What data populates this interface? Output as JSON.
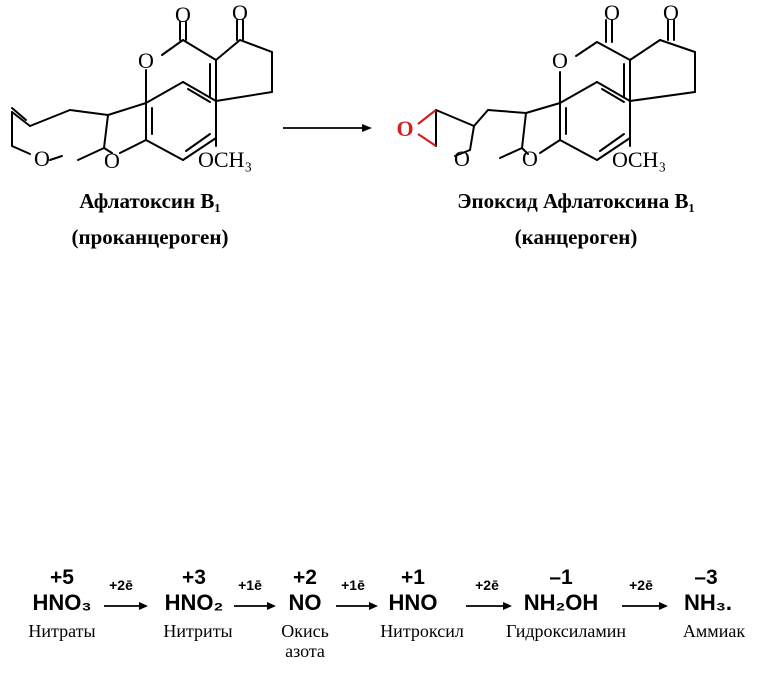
{
  "reaction_top": {
    "left_molecule": {
      "atoms": {
        "carbonyl_o1": "O",
        "carbonyl_o2": "O",
        "ring_o_lactone": "O",
        "ring_o_furan1": "O",
        "ring_o_furan2": "O",
        "methoxy": "OCH₃"
      },
      "name": "Афлатоксин B₁",
      "role": "(проканцероген)"
    },
    "right_molecule": {
      "atoms": {
        "carbonyl_o1": "O",
        "carbonyl_o2": "O",
        "ring_o_lactone": "O",
        "epoxide_o": "O",
        "ring_o_furan1": "O",
        "ring_o_furan2": "O",
        "methoxy": "OCH₃"
      },
      "name": "Эпоксид Афлатоксина B₁",
      "role": "(канцероген)"
    },
    "epoxide_color": "#d42020"
  },
  "reduction_chain": {
    "species": [
      {
        "ox": "+5",
        "formula": "HNO₃",
        "name": "Нитраты"
      },
      {
        "ox": "+3",
        "formula": "HNO₂",
        "name": "Нитриты"
      },
      {
        "ox": "+2",
        "formula": "NO",
        "name": "Окись",
        "name2": "азота"
      },
      {
        "ox": "+1",
        "formula": "HNO",
        "name": "Нитроксил"
      },
      {
        "ox": "–1",
        "formula": "NH₂OH",
        "name": "Гидроксиламин"
      },
      {
        "ox": "–3",
        "formula": "NH₃.",
        "name": "Аммиак"
      }
    ],
    "arrows": [
      "+2ē",
      "+1ē",
      "+1ē",
      "+2ē",
      "+2ē"
    ]
  }
}
